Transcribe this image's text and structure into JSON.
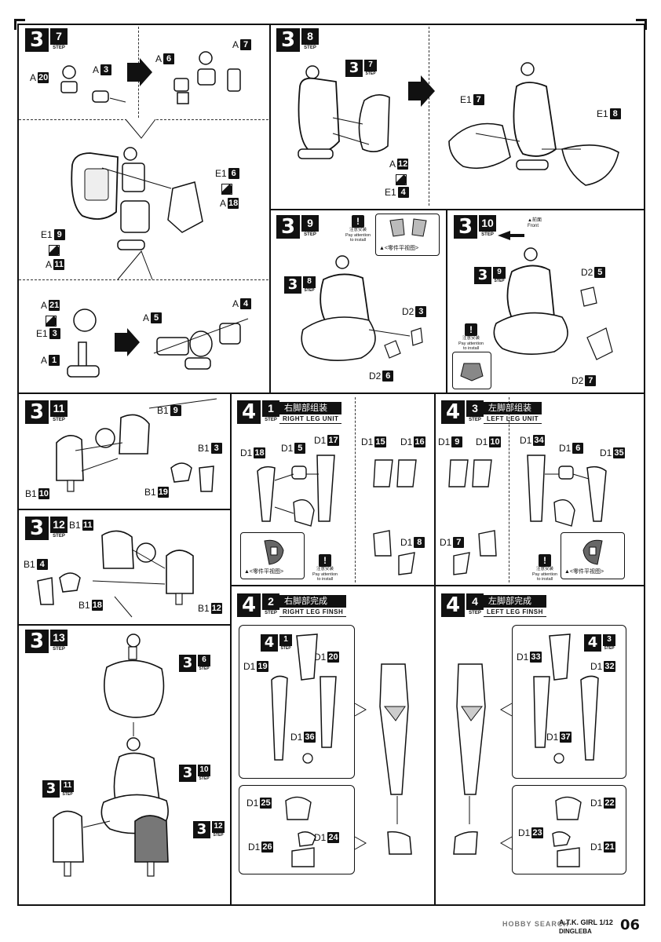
{
  "labels": {
    "step": "STEP",
    "note_cn": "注意安装",
    "note_en1": "Pay attention",
    "note_en2": "to install",
    "parts_view": "▲<零件平视图>",
    "front_cn": "前面",
    "front_en": "Front"
  },
  "steps": {
    "s37": {
      "big": "3",
      "num": "7"
    },
    "s38": {
      "big": "3",
      "num": "8"
    },
    "s39": {
      "big": "3",
      "num": "9"
    },
    "s310": {
      "big": "3",
      "num": "10"
    },
    "s311": {
      "big": "3",
      "num": "11"
    },
    "s312": {
      "big": "3",
      "num": "12"
    },
    "s313": {
      "big": "3",
      "num": "13"
    },
    "s41": {
      "big": "4",
      "num": "1",
      "cn": "右脚部组装",
      "en": "RIGHT LEG UNIT"
    },
    "s43": {
      "big": "4",
      "num": "3",
      "cn": "左脚部组装",
      "en": "LEFT LEG UNIT"
    },
    "s42": {
      "big": "4",
      "num": "2",
      "cn": "右脚部完成",
      "en": "RIGHT LEG FINSH"
    },
    "s44": {
      "big": "4",
      "num": "4",
      "cn": "左脚部完成",
      "en": "LEFT LEG FINSH"
    },
    "ref36": {
      "big": "3",
      "num": "6"
    },
    "ref37": {
      "big": "3",
      "num": "7"
    },
    "ref38": {
      "big": "3",
      "num": "8"
    },
    "ref39": {
      "big": "3",
      "num": "9"
    },
    "ref310": {
      "big": "3",
      "num": "10"
    },
    "ref311": {
      "big": "3",
      "num": "11"
    },
    "ref312": {
      "big": "3",
      "num": "12"
    },
    "ref41": {
      "big": "4",
      "num": "1"
    },
    "ref43": {
      "big": "4",
      "num": "3"
    }
  },
  "parts": {
    "p_a20": {
      "t": "A",
      "n": "20"
    },
    "p_a3": {
      "t": "A",
      "n": "3"
    },
    "p_a6": {
      "t": "A",
      "n": "6"
    },
    "p_a7": {
      "t": "A",
      "n": "7"
    },
    "p_e16": {
      "t": "E1",
      "n": "6"
    },
    "p_a18": {
      "t": "A",
      "n": "18"
    },
    "p_e19": {
      "t": "E1",
      "n": "9"
    },
    "p_a11": {
      "t": "A",
      "n": "11"
    },
    "p_a21": {
      "t": "A",
      "n": "21"
    },
    "p_e13": {
      "t": "E1",
      "n": "3"
    },
    "p_a1": {
      "t": "A",
      "n": "1"
    },
    "p_a5": {
      "t": "A",
      "n": "5"
    },
    "p_a4": {
      "t": "A",
      "n": "4"
    },
    "p_e17": {
      "t": "E1",
      "n": "7"
    },
    "p_e18": {
      "t": "E1",
      "n": "8"
    },
    "p_a12": {
      "t": "A",
      "n": "12"
    },
    "p_e14": {
      "t": "E1",
      "n": "4"
    },
    "p_d23": {
      "t": "D2",
      "n": "3"
    },
    "p_d26": {
      "t": "D2",
      "n": "6"
    },
    "p_d25": {
      "t": "D2",
      "n": "5"
    },
    "p_d27": {
      "t": "D2",
      "n": "7"
    },
    "p_b19": {
      "t": "B1",
      "n": "9"
    },
    "p_b110": {
      "t": "B1",
      "n": "10"
    },
    "p_b13": {
      "t": "B1",
      "n": "3"
    },
    "p_b119": {
      "t": "B1",
      "n": "19"
    },
    "p_b111": {
      "t": "B1",
      "n": "11"
    },
    "p_b14": {
      "t": "B1",
      "n": "4"
    },
    "p_b118": {
      "t": "B1",
      "n": "18"
    },
    "p_b112": {
      "t": "B1",
      "n": "12"
    },
    "p_d118": {
      "t": "D1",
      "n": "18"
    },
    "p_d15": {
      "t": "D1",
      "n": "5"
    },
    "p_d117": {
      "t": "D1",
      "n": "17"
    },
    "p_d115": {
      "t": "D1",
      "n": "15"
    },
    "p_d116": {
      "t": "D1",
      "n": "16"
    },
    "p_d18": {
      "t": "D1",
      "n": "8"
    },
    "p_d19": {
      "t": "D1",
      "n": "9"
    },
    "p_d110": {
      "t": "D1",
      "n": "10"
    },
    "p_d134": {
      "t": "D1",
      "n": "34"
    },
    "p_d16": {
      "t": "D1",
      "n": "6"
    },
    "p_d135": {
      "t": "D1",
      "n": "35"
    },
    "p_d17": {
      "t": "D1",
      "n": "7"
    },
    "p_d120": {
      "t": "D1",
      "n": "20"
    },
    "p_d119": {
      "t": "D1",
      "n": "19"
    },
    "p_d136": {
      "t": "D1",
      "n": "36"
    },
    "p_d125": {
      "t": "D1",
      "n": "25"
    },
    "p_d124": {
      "t": "D1",
      "n": "24"
    },
    "p_d126": {
      "t": "D1",
      "n": "26"
    },
    "p_d133": {
      "t": "D1",
      "n": "33"
    },
    "p_d132": {
      "t": "D1",
      "n": "32"
    },
    "p_d137": {
      "t": "D1",
      "n": "37"
    },
    "p_d122": {
      "t": "D1",
      "n": "22"
    },
    "p_d123": {
      "t": "D1",
      "n": "23"
    },
    "p_d121": {
      "t": "D1",
      "n": "21"
    }
  },
  "footer": {
    "product": "A.T.K. GIRL 1/12",
    "product2": "DINGLEBA",
    "page": "06",
    "watermark": "HOBBY SEARCH"
  }
}
